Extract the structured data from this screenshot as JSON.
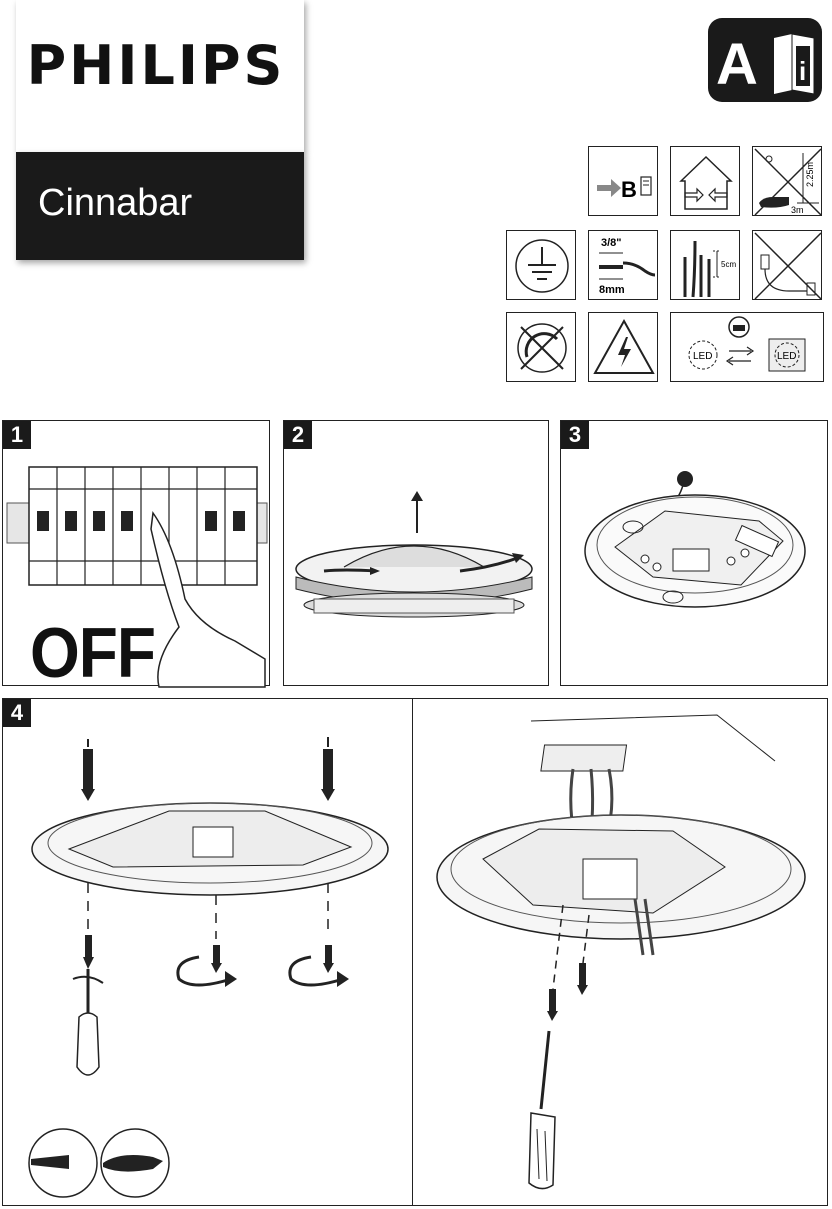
{
  "brand": {
    "logo_text": "PHILIPS",
    "product_name": "Cinnabar"
  },
  "manual_badge": {
    "letter": "A",
    "info_glyph": "i"
  },
  "icons": {
    "see_b": "B",
    "wire_strip_in": "3/8\"",
    "wire_strip_mm": "8mm",
    "wire_gap": "5cm",
    "bath_height": "2.25m",
    "bath_distance": "3m",
    "led_left": "LED",
    "led_right": "LED"
  },
  "steps": {
    "s1": "1",
    "s2": "2",
    "s3": "3",
    "s4": "4",
    "off_label": "OFF"
  },
  "colors": {
    "black": "#1a1a1a",
    "line": "#222222",
    "gray": "#8a8a8a"
  }
}
